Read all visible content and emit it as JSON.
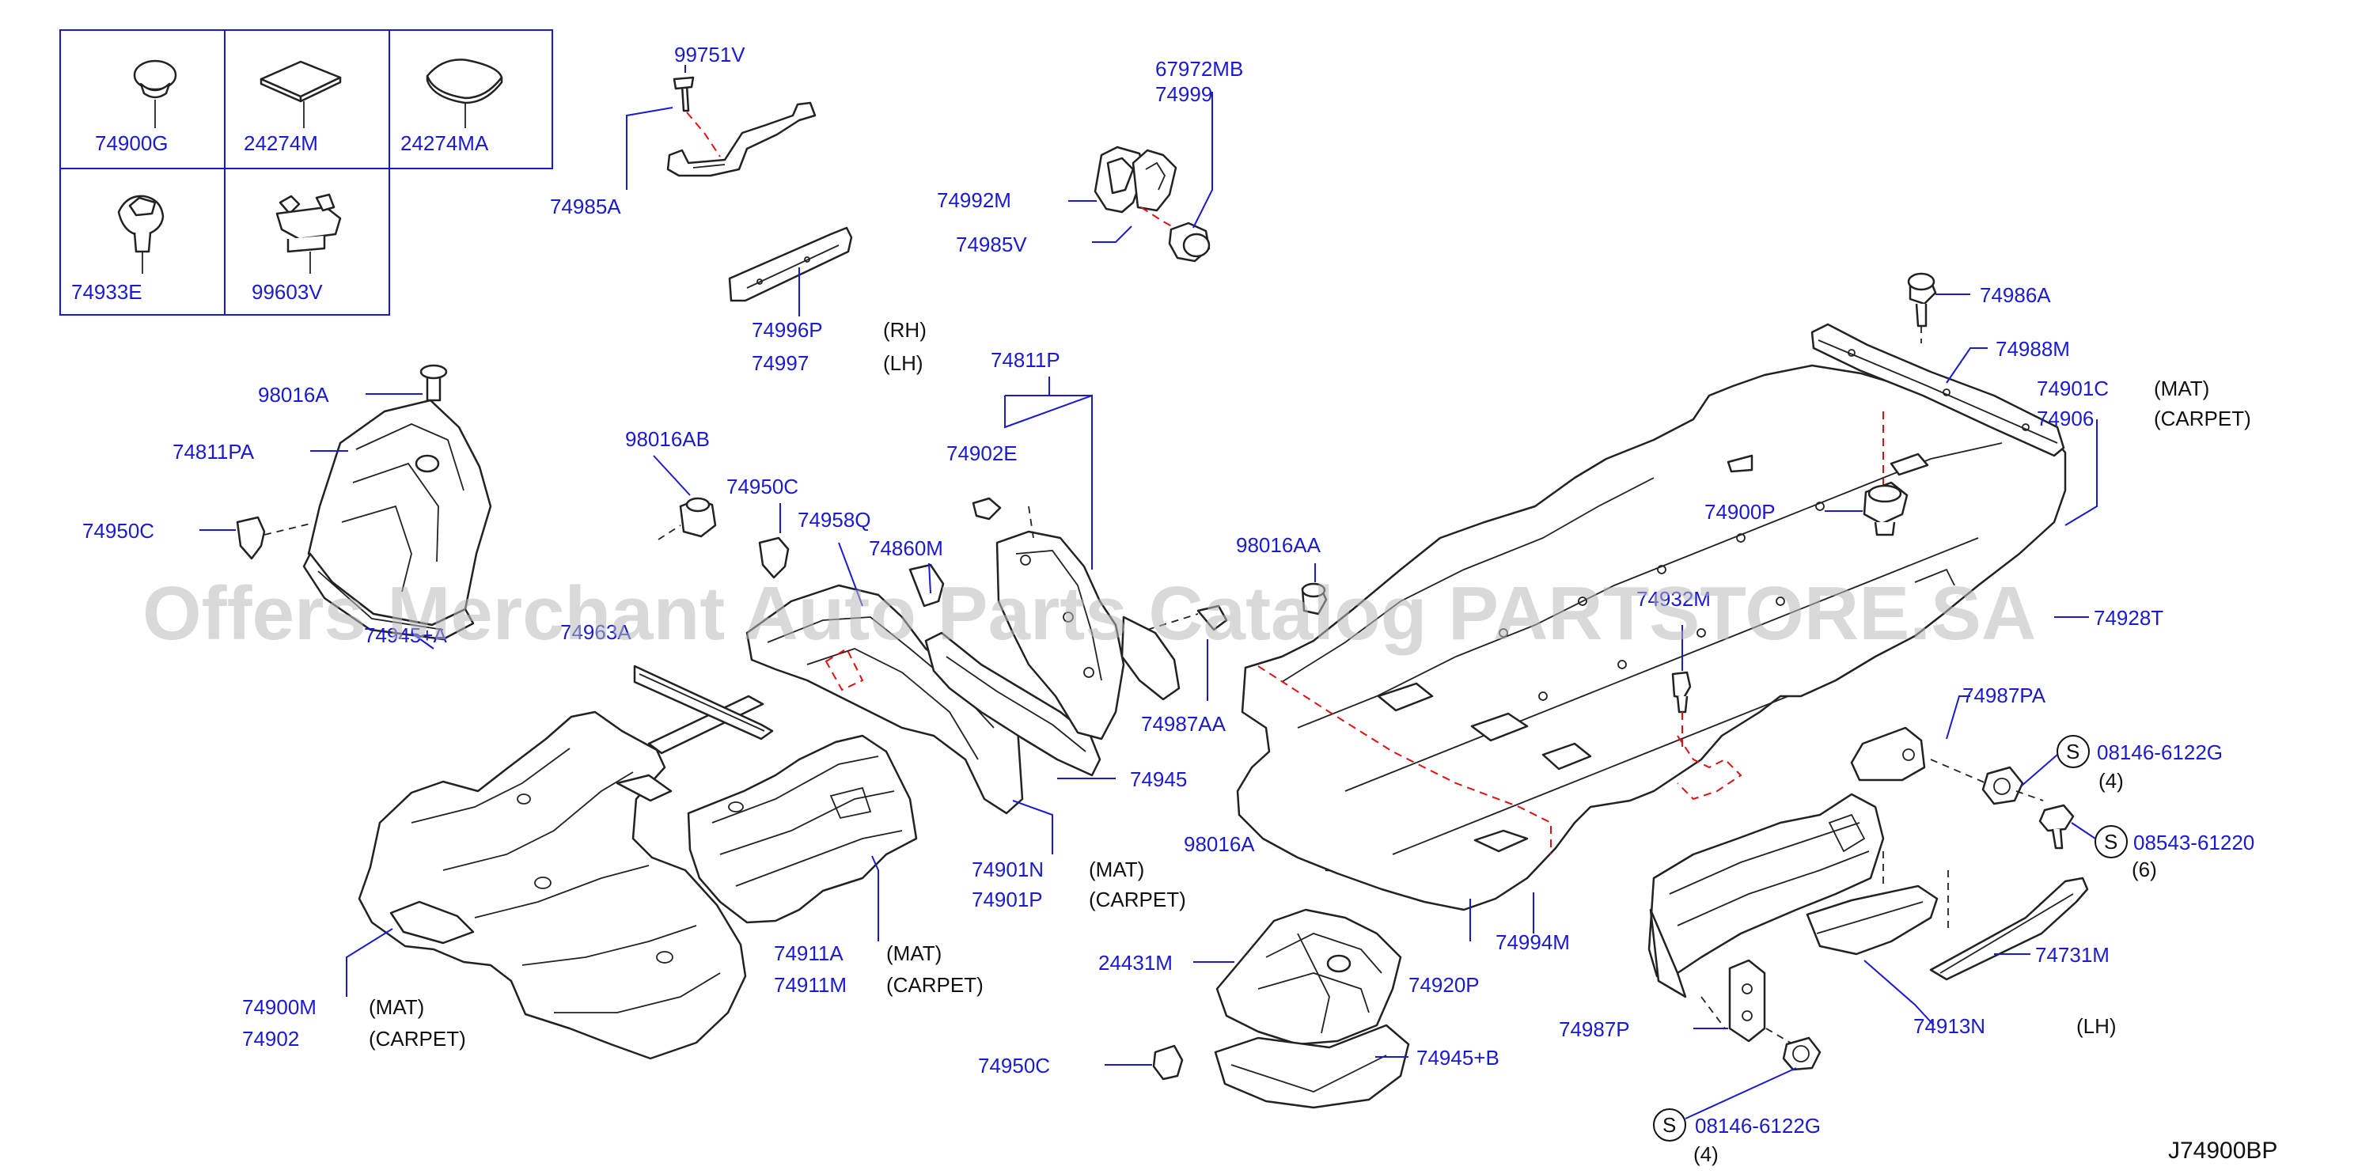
{
  "legend_box": {
    "cells": [
      {
        "part": "74900G",
        "icon": "push-clip-icon"
      },
      {
        "part": "24274M",
        "icon": "square-pad-icon"
      },
      {
        "part": "24274MA",
        "icon": "rounded-pad-icon"
      },
      {
        "part": "74933E",
        "icon": "rivet-clip-icon"
      },
      {
        "part": "99603V",
        "icon": "bracket-clip-icon"
      }
    ]
  },
  "callouts": {
    "p_99751V": "99751V",
    "p_74985A": "74985A",
    "p_67972MB": "67972MB",
    "p_74999": "74999",
    "p_74992M": "74992M",
    "p_74985V": "74985V",
    "p_74996P": "74996P",
    "p_74997": "74997",
    "p_98016A_top": "98016A",
    "p_74811PA": "74811PA",
    "p_74950C_left": "74950C",
    "p_74945A": "74945+A",
    "p_98016AB": "98016AB",
    "p_74950C_mid": "74950C",
    "p_74958Q": "74958Q",
    "p_74860M": "74860M",
    "p_74811P": "74811P",
    "p_74902E": "74902E",
    "p_74963A": "74963A",
    "p_98016AA": "98016AA",
    "p_74987AA": "74987AA",
    "p_74945": "74945",
    "p_74901N": "74901N",
    "p_74901P": "74901P",
    "p_74911A": "74911A",
    "p_74911M": "74911M",
    "p_74900M": "74900M",
    "p_74902": "74902",
    "p_98016A_bot": "98016A",
    "p_24431M": "24431M",
    "p_74950C_bot": "74950C",
    "p_74945B": "74945+B",
    "p_74920P": "74920P",
    "p_74994M": "74994M",
    "p_74986A": "74986A",
    "p_74988M": "74988M",
    "p_74901C": "74901C",
    "p_74906": "74906",
    "p_74900P": "74900P",
    "p_74928T": "74928T",
    "p_74932M": "74932M",
    "p_74987PA": "74987PA",
    "p_08146_top": "08146-6122G",
    "p_08543": "08543-61220",
    "p_74731M": "74731M",
    "p_74913N": "74913N",
    "p_74987P": "74987P",
    "p_08146_bot": "08146-6122G"
  },
  "notes": {
    "rh": "(RH)",
    "lh": "(LH)",
    "mat": "(MAT)",
    "carpet": "(CARPET)",
    "qty4": "(4)",
    "qty6": "(6)",
    "s_mark": "S"
  },
  "diagram_code": "J74900BP",
  "watermark": "Offers Merchant Auto Parts Catalog PARTSTORE.SA",
  "colors": {
    "part_number": "#1a1ad0",
    "note_text": "#111111",
    "dashed_leader": "#e01010",
    "watermark": "#b9b9b9"
  }
}
